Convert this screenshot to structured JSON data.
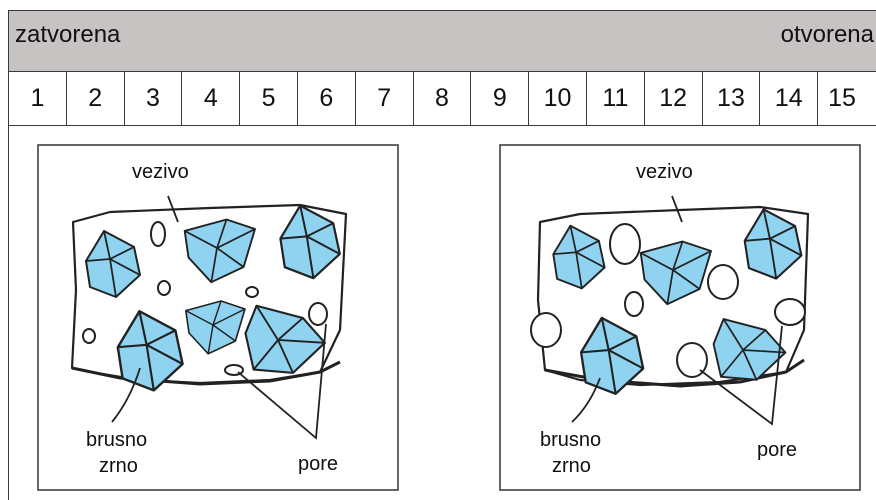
{
  "header": {
    "left_label": "zatvorena",
    "right_label": "otvorena"
  },
  "scale": [
    "1",
    "2",
    "3",
    "4",
    "5",
    "6",
    "7",
    "8",
    "9",
    "10",
    "11",
    "12",
    "13",
    "14",
    "15"
  ],
  "panels": [
    {
      "binder_label": "vezivo",
      "grain_label_line1": "brusno",
      "grain_label_line2": "zrno",
      "pore_label": "pore"
    },
    {
      "binder_label": "vezivo",
      "grain_label_line1": "brusno",
      "grain_label_line2": "zrno",
      "pore_label": "pore"
    }
  ],
  "colors": {
    "grain": "#8fd3f0",
    "header_bg": "#c7c3c2"
  }
}
